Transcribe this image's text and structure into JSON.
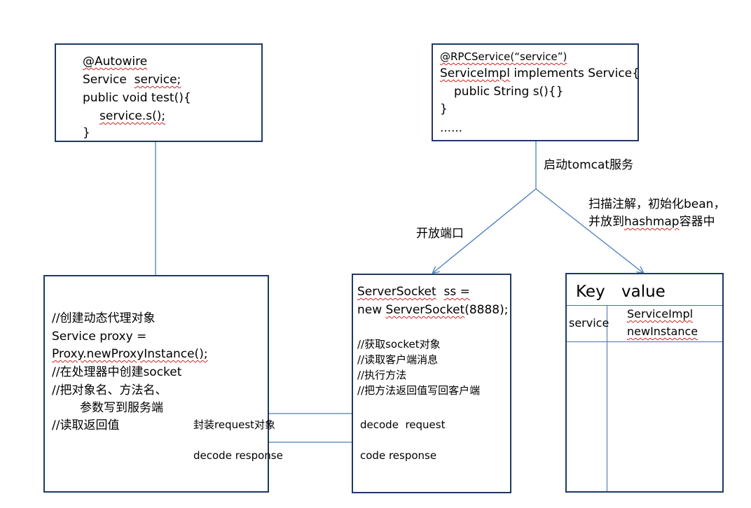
{
  "client_box": {
    "lines": [
      "@Autowire",
      "Service",
      "service;",
      "public void test(){",
      "service.s();",
      "}"
    ]
  },
  "provider_box": {
    "lines": [
      "@RPCService(“service”)",
      "ServiceImpl",
      "implements Service{",
      "public String s(){}",
      "}",
      "……"
    ]
  },
  "labels": {
    "start_tomcat": "启动tomcat服务",
    "open_port": "开放端口",
    "scan_line1": "扫描注解，初始化bean，",
    "scan_line2_prefix": "并放到",
    "scan_line2_word": "hashmap",
    "scan_line2_suffix": "容器中"
  },
  "proxy_box": {
    "lines": [
      "//创建动态代理对象",
      "Service proxy =",
      "Proxy.newProxyInstance();",
      "//在处理器中创建socket",
      "//把对象名、方法名、",
      "参数写到服务端",
      "//读取返回值"
    ]
  },
  "server_box": {
    "line1_a": "ServerSocket",
    "line1_b": "ss =",
    "line2_a": "new",
    "line2_b": "ServerSocket",
    "line2_c": "(8888);",
    "comments": [
      "//获取socket对象",
      "//读取客户端消息",
      "//执行方法",
      "//把方法返回值写回客户端"
    ]
  },
  "arrows": {
    "request_left": "封装request对象",
    "request_right": "decode  request",
    "response_left": "decode response",
    "response_right": "code response"
  },
  "map_box": {
    "header_key": "Key",
    "header_value": "value",
    "row_key": "service",
    "row_value_1": "ServiceImpl",
    "row_value_2": "newInstance"
  },
  "colors": {
    "box_border": "#1f3864",
    "connector": "#4a7ebb",
    "squiggle": "#d02020"
  }
}
